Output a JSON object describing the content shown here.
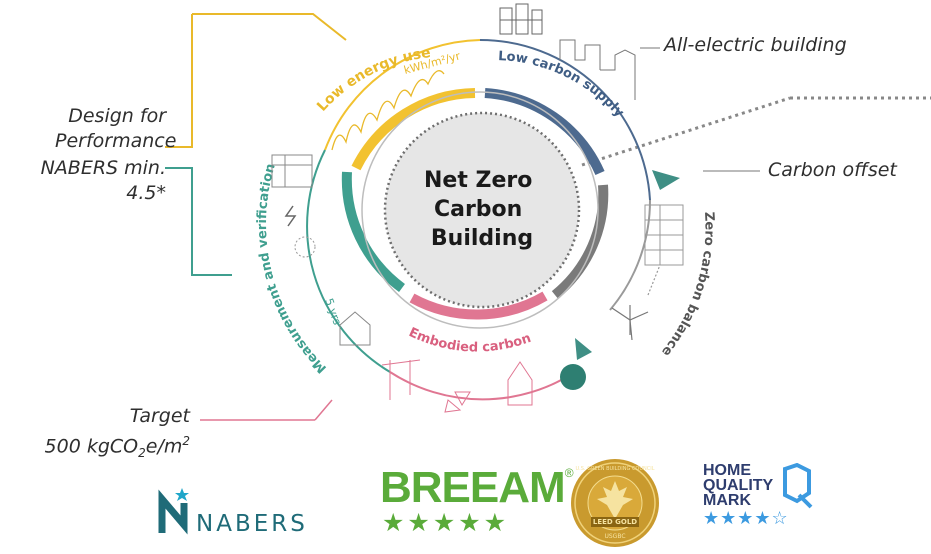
{
  "diagram": {
    "center_label_lines": [
      "Net Zero",
      "Carbon",
      "Building"
    ],
    "ring_labels": {
      "low_energy_use": "Low energy use",
      "energy_unit": "kWh/m²/yr",
      "low_carbon_supply": "Low carbon supply",
      "zero_carbon_balance": "Zero carbon balance",
      "embodied_carbon": "Embodied carbon",
      "measurement_verification": "Measurement and verification",
      "five_yrs": "5 yrs"
    },
    "segment_colors": {
      "low_energy_use": "#f2c230",
      "low_carbon_supply": "#4d6a8f",
      "zero_carbon_balance": "#7a7a7a",
      "embodied_carbon": "#e07692",
      "measurement_verification": "#3f9f8f"
    },
    "center_fill": "#e6e6e6"
  },
  "callouts": {
    "all_electric": "All-electric building",
    "carbon_offset": "Carbon offset",
    "design_line1": "Design for",
    "design_line2": "Performance",
    "nabers_line1": "NABERS min.",
    "nabers_line2": "4.5*",
    "target_line1": "Target",
    "target_prefix": "500 kgCO",
    "target_sub": "2",
    "target_mid": "e/m",
    "target_sup": "2"
  },
  "logos": {
    "nabers": "NABERS",
    "breeam": "BREEAM",
    "breeam_reg": "®",
    "breeam_stars": "★★★★★",
    "leed_ring": "U.S. GREEN BUILDING COUNCIL",
    "leed_level": "LEED GOLD",
    "leed_bottom": "USGBC",
    "hqm_line1": "HOME",
    "hqm_line2": "QUALITY",
    "hqm_line3": "MARK",
    "hqm_stars_filled": "★★★★",
    "hqm_stars_empty": "☆",
    "hqm_rating": 4,
    "hqm_max": 5
  }
}
